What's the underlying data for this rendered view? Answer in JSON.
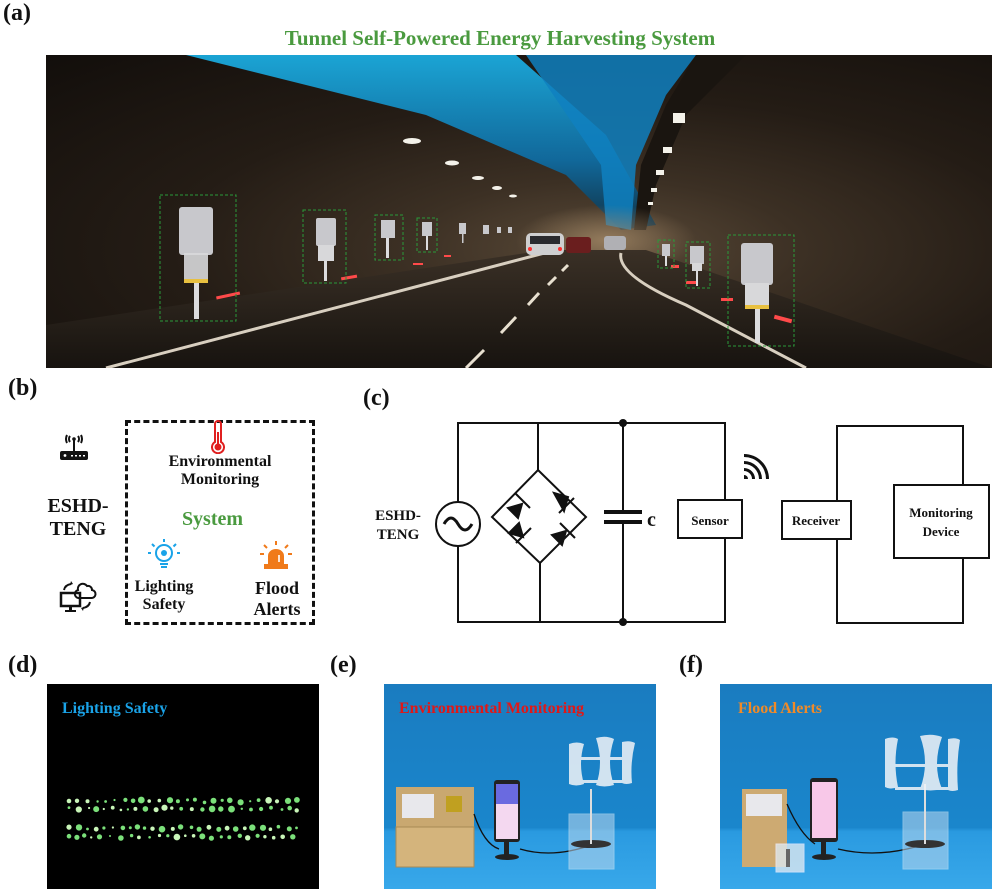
{
  "figure": {
    "panels": {
      "a": {
        "label": "(a)",
        "title": "Tunnel Self-Powered Energy Harvesting System",
        "title_color": "#4a9a3f",
        "scene": "tunnel-photo-with-wind-turbine-units"
      },
      "b": {
        "label": "(b)",
        "device_lines": [
          "ESHD-",
          "TENG"
        ],
        "left_icons": [
          "wireless-router-icon",
          "cloud-computer-sync-icon"
        ],
        "system_label": "System",
        "system_color": "#4a9a3f",
        "applications": [
          {
            "lines": [
              "Environmental",
              "Monitoring"
            ],
            "icon": "thermometer-icon",
            "color": "#e02020"
          },
          {
            "lines": [
              "Lighting",
              "Safety"
            ],
            "icon": "lightbulb-icon",
            "color": "#1aa3e8"
          },
          {
            "lines": [
              "Flood",
              "Alerts"
            ],
            "icon": "alarm-light-icon",
            "color": "#f07a1a"
          }
        ]
      },
      "c": {
        "label": "(c)",
        "source_lines": [
          "ESHD-",
          "TENG"
        ],
        "capacitor_label": "c",
        "sensor_label": "Sensor",
        "receiver_label": "Receiver",
        "monitor_lines": [
          "Monitoring",
          "Device"
        ],
        "wireless_icon": "wireless-signal-icon"
      },
      "d": {
        "label": "(d)",
        "title": "Lighting Safety",
        "title_color": "#1aa3e8"
      },
      "e": {
        "label": "(e)",
        "title": "Environmental Monitoring",
        "title_color": "#e01818"
      },
      "f": {
        "label": "(f)",
        "title": "Flood Alerts",
        "title_color": "#f08a28"
      }
    }
  }
}
